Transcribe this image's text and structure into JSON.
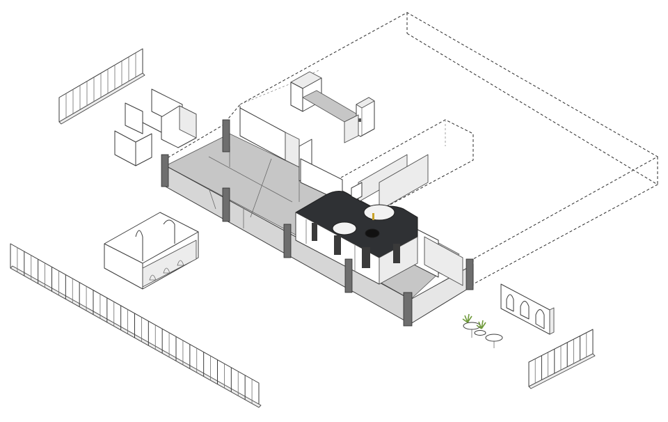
{
  "colors": {
    "background": "#ffffff",
    "line": "#3a3a3a",
    "floor": "#c6c6c6",
    "wall_light": "#ececec",
    "core_dark": "#2f3134",
    "pillar": "#6e6e6e",
    "accent_gold": "#c9a227",
    "plant_green": "#6f9a3a"
  },
  "elements": [
    "dashed-outline-large-volume",
    "grey-floor-slab",
    "dark-curved-core",
    "brick-pillars",
    "exploded-partition-walls",
    "arched-window-panels",
    "long-window-facade",
    "side-window-facade",
    "small-tables-with-plants"
  ]
}
